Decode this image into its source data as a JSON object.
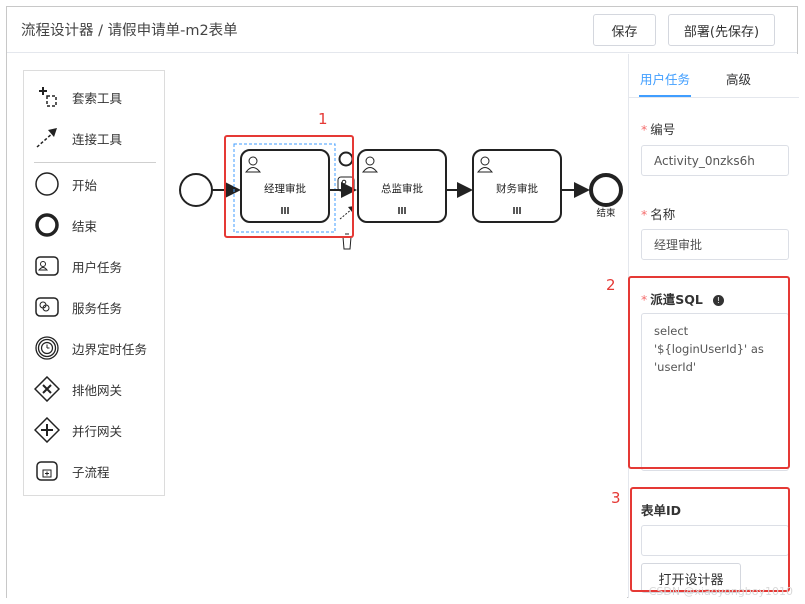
{
  "header": {
    "title": "流程设计器 / 请假申请单-m2表单",
    "save_label": "保存",
    "deploy_label": "部署(先保存)"
  },
  "palette": {
    "items": [
      {
        "label": "套索工具",
        "icon": "lasso-icon"
      },
      {
        "label": "连接工具",
        "icon": "connect-arrow-icon"
      },
      {
        "label": "开始",
        "icon": "start-event-icon"
      },
      {
        "label": "结束",
        "icon": "end-event-icon"
      },
      {
        "label": "用户任务",
        "icon": "user-task-icon"
      },
      {
        "label": "服务任务",
        "icon": "service-task-icon"
      },
      {
        "label": "边界定时任务",
        "icon": "timer-event-icon"
      },
      {
        "label": "排他网关",
        "icon": "exclusive-gateway-icon"
      },
      {
        "label": "并行网关",
        "icon": "parallel-gateway-icon"
      },
      {
        "label": "子流程",
        "icon": "subprocess-icon"
      }
    ]
  },
  "diagram": {
    "nodes": [
      {
        "label": "经理审批"
      },
      {
        "label": "总监审批"
      },
      {
        "label": "财务审批"
      }
    ],
    "end_label": "结束"
  },
  "properties": {
    "tabs": [
      "用户任务",
      "高级"
    ],
    "id_label": "编号",
    "id_value": "Activity_0nzks6h",
    "name_label": "名称",
    "name_value": "经理审批",
    "sql_label": "派遣SQL",
    "sql_value": "select\n'${loginUserId}' as\n'userId'",
    "form_id_label": "表单ID",
    "form_id_value": "",
    "open_designer_label": "打开设计器"
  },
  "annotations": [
    "1",
    "2",
    "3"
  ],
  "watermark": "CSDN @xiaoyongboy1010",
  "colors": {
    "accent": "#409eff",
    "annotation": "#e53935",
    "required": "#f56c6c"
  }
}
